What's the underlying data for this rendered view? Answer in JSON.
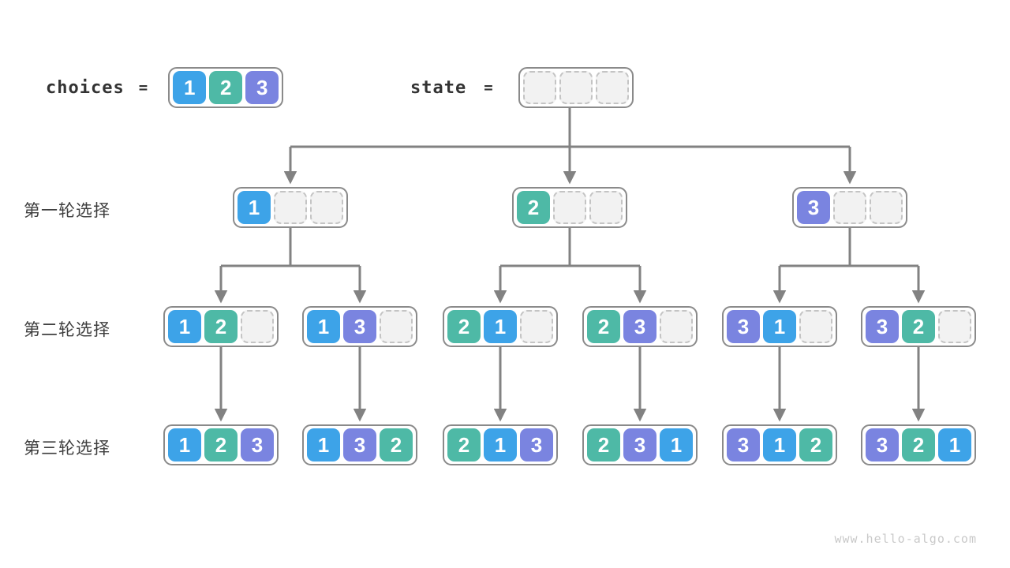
{
  "page": {
    "watermark": "www.hello-algo.com"
  },
  "legend": {
    "choices_label": "choices",
    "state_label": "state",
    "equals": "="
  },
  "colors": {
    "value_1": "#3da3e8",
    "value_2": "#4eb9a6",
    "value_3": "#7a84e0",
    "empty_fill": "#f2f2f2",
    "empty_border": "#c4c4c4",
    "node_border": "#8a8a8a",
    "arrow": "#828282",
    "label_text": "#3e3e3e",
    "watermark": "#c9c9c9"
  },
  "choices": {
    "values": [
      1,
      2,
      3
    ]
  },
  "state": {
    "values": [
      null,
      null,
      null
    ]
  },
  "rows": [
    {
      "label": "第一轮选择",
      "nodes": [
        [
          1,
          null,
          null
        ],
        [
          2,
          null,
          null
        ],
        [
          3,
          null,
          null
        ]
      ]
    },
    {
      "label": "第二轮选择",
      "nodes": [
        [
          1,
          2,
          null
        ],
        [
          1,
          3,
          null
        ],
        [
          2,
          1,
          null
        ],
        [
          2,
          3,
          null
        ],
        [
          3,
          1,
          null
        ],
        [
          3,
          2,
          null
        ]
      ]
    },
    {
      "label": "第三轮选择",
      "nodes": [
        [
          1,
          2,
          3
        ],
        [
          1,
          3,
          2
        ],
        [
          2,
          1,
          3
        ],
        [
          2,
          3,
          1
        ],
        [
          3,
          1,
          2
        ],
        [
          3,
          2,
          1
        ]
      ]
    }
  ],
  "tree": {
    "root_children": [
      0,
      1,
      2
    ],
    "row1_children": [
      [
        0,
        1
      ],
      [
        2,
        3
      ],
      [
        4,
        5
      ]
    ],
    "row2_children": [
      0,
      1,
      2,
      3,
      4,
      5
    ]
  }
}
